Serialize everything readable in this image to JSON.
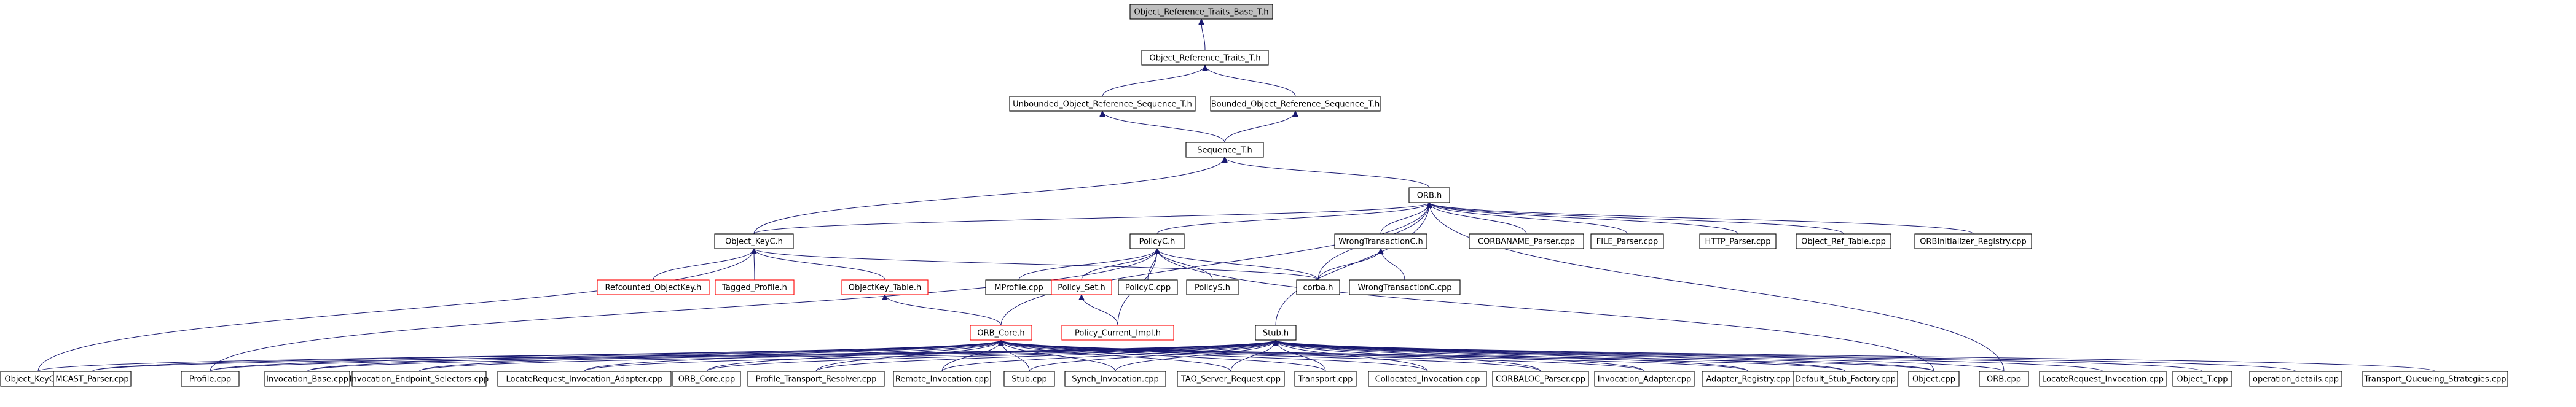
{
  "graph": {
    "edge_color": "#191970",
    "missing_node_border_color": "#ff0000",
    "root_fill_color": "#bfbfbf",
    "nodes": [
      {
        "id": "n_ortbt",
        "label": "Object_Reference_Traits_Base_T.h",
        "style": "root"
      },
      {
        "id": "n_ortt",
        "label": "Object_Reference_Traits_T.h"
      },
      {
        "id": "n_unb",
        "label": "Unbounded_Object_Reference_Sequence_T.h"
      },
      {
        "id": "n_bnd",
        "label": "Bounded_Object_Reference_Sequence_T.h"
      },
      {
        "id": "n_seq",
        "label": "Sequence_T.h"
      },
      {
        "id": "n_orb",
        "label": "ORB.h"
      },
      {
        "id": "n_okc",
        "label": "Object_KeyC.h"
      },
      {
        "id": "n_polc",
        "label": "PolicyC.h"
      },
      {
        "id": "n_wtc",
        "label": "WrongTransactionC.h"
      },
      {
        "id": "n_cbp",
        "label": "CORBANAME_Parser.cpp"
      },
      {
        "id": "n_fp",
        "label": "FILE_Parser.cpp"
      },
      {
        "id": "n_hp",
        "label": "HTTP_Parser.cpp"
      },
      {
        "id": "n_ort",
        "label": "Object_Ref_Table.cpp"
      },
      {
        "id": "n_orbir",
        "label": "ORBInitializer_Registry.cpp"
      },
      {
        "id": "n_rok",
        "label": "Refcounted_ObjectKey.h",
        "style": "red"
      },
      {
        "id": "n_tp",
        "label": "Tagged_Profile.h",
        "style": "red"
      },
      {
        "id": "n_okt",
        "label": "ObjectKey_Table.h",
        "style": "red"
      },
      {
        "id": "n_mpc",
        "label": "MProfile.cpp"
      },
      {
        "id": "n_pset",
        "label": "Policy_Set.h",
        "style": "red"
      },
      {
        "id": "n_polccpp",
        "label": "PolicyC.cpp"
      },
      {
        "id": "n_pols",
        "label": "PolicyS.h"
      },
      {
        "id": "n_corbah",
        "label": "corba.h"
      },
      {
        "id": "n_wtccpp",
        "label": "WrongTransactionC.cpp"
      },
      {
        "id": "n_pcimpl",
        "label": "Policy_Current_Impl.h",
        "style": "red"
      },
      {
        "id": "n_orbcore",
        "label": "ORB_Core.h",
        "style": "red"
      },
      {
        "id": "n_stubh",
        "label": "Stub.h"
      },
      {
        "id": "n_okccpp",
        "label": "Object_KeyC.cpp"
      },
      {
        "id": "n_mcast",
        "label": "MCAST_Parser.cpp"
      },
      {
        "id": "n_prof",
        "label": "Profile.cpp"
      },
      {
        "id": "n_ibase",
        "label": "Invocation_Base.cpp"
      },
      {
        "id": "n_ies",
        "label": "Invocation_Endpoint_Selectors.cpp"
      },
      {
        "id": "n_lria",
        "label": "LocateRequest_Invocation_Adapter.cpp"
      },
      {
        "id": "n_orbcorecpp",
        "label": "ORB_Core.cpp"
      },
      {
        "id": "n_ptr",
        "label": "Profile_Transport_Resolver.cpp"
      },
      {
        "id": "n_ri",
        "label": "Remote_Invocation.cpp"
      },
      {
        "id": "n_stubcpp",
        "label": "Stub.cpp"
      },
      {
        "id": "n_si",
        "label": "Synch_Invocation.cpp"
      },
      {
        "id": "n_tsr",
        "label": "TAO_Server_Request.cpp"
      },
      {
        "id": "n_trans",
        "label": "Transport.cpp"
      },
      {
        "id": "n_ci",
        "label": "Collocated_Invocation.cpp"
      },
      {
        "id": "n_cbl",
        "label": "CORBALOC_Parser.cpp"
      },
      {
        "id": "n_ia",
        "label": "Invocation_Adapter.cpp"
      },
      {
        "id": "n_ar",
        "label": "Adapter_Registry.cpp"
      },
      {
        "id": "n_dsf",
        "label": "Default_Stub_Factory.cpp"
      },
      {
        "id": "n_objcpp",
        "label": "Object.cpp"
      },
      {
        "id": "n_orbcpp",
        "label": "ORB.cpp"
      },
      {
        "id": "n_lri",
        "label": "LocateRequest_Invocation.cpp"
      },
      {
        "id": "n_objt",
        "label": "Object_T.cpp"
      },
      {
        "id": "n_od",
        "label": "operation_details.cpp"
      },
      {
        "id": "n_tqs",
        "label": "Transport_Queueing_Strategies.cpp"
      }
    ]
  }
}
